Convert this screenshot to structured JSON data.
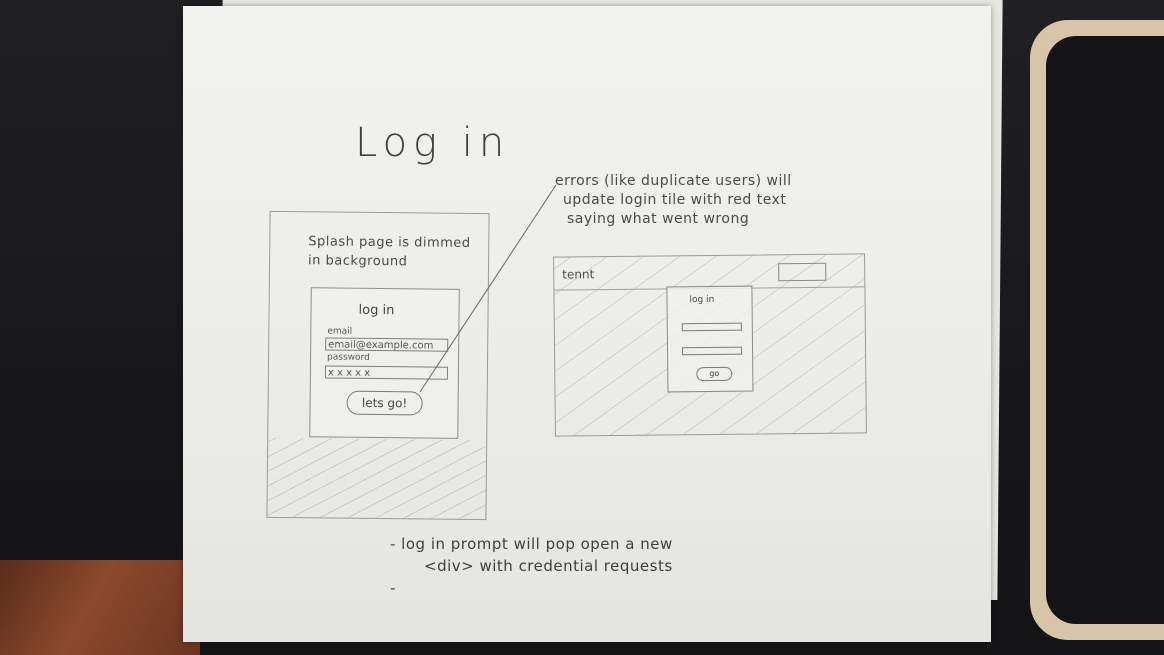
{
  "sketch": {
    "title": "Log in",
    "note": [
      "errors (like duplicate users) will",
      "update login tile with red text",
      "saying what went wrong"
    ],
    "mobile": {
      "background_text": [
        "Splash page is dimmed",
        "in background"
      ],
      "modal_title": "log in",
      "email_label": "email",
      "email_value": "email@example.com",
      "password_label": "password",
      "password_value": "x x x x x",
      "submit": "lets go!"
    },
    "desktop": {
      "logo": "tennt",
      "modal_title": "log in",
      "submit": "go"
    },
    "bottom_notes": [
      "- log in prompt will pop open a new",
      "<div> with credential requests",
      "-"
    ]
  }
}
